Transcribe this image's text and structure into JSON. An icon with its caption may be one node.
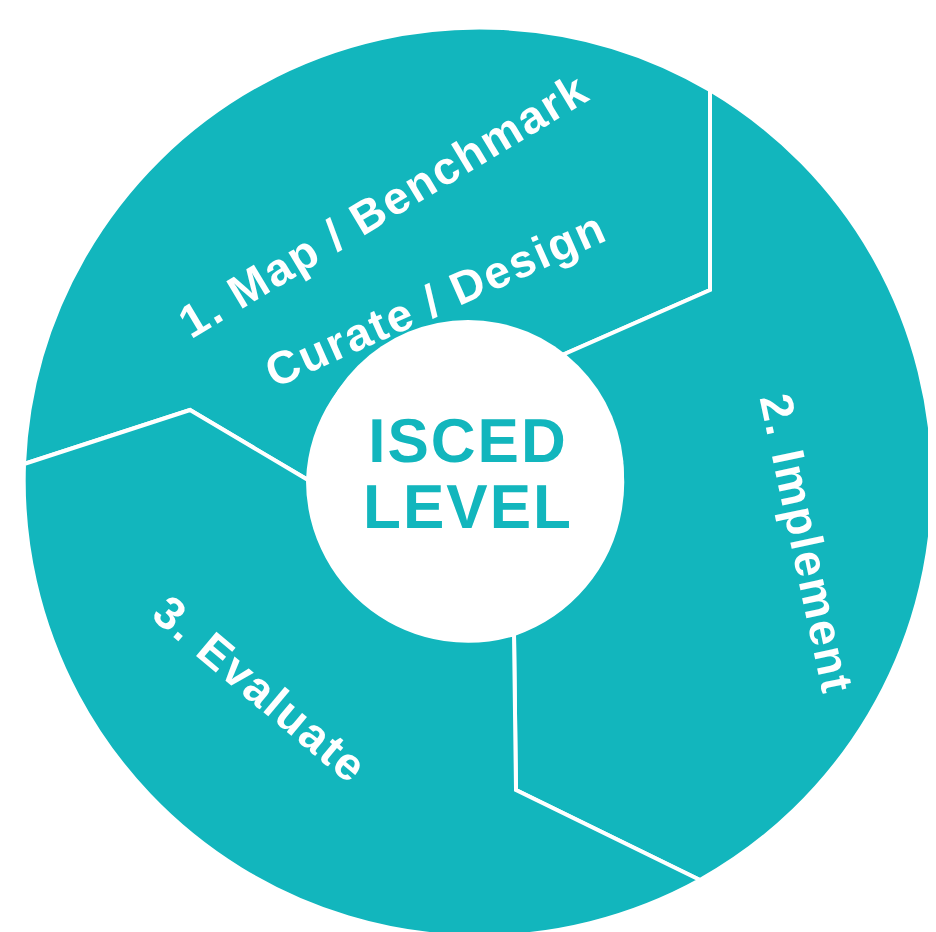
{
  "diagram": {
    "nodes": [
      {
        "text": [
          "1. Map / Benchmark",
          "Curate / Design"
        ]
      },
      {
        "text": [
          "2. Implement"
        ]
      },
      {
        "text": [
          "3. Evaluate"
        ]
      },
      {
        "text": [
          "ISCED LEVEL"
        ]
      }
    ],
    "edges": []
  }
}
